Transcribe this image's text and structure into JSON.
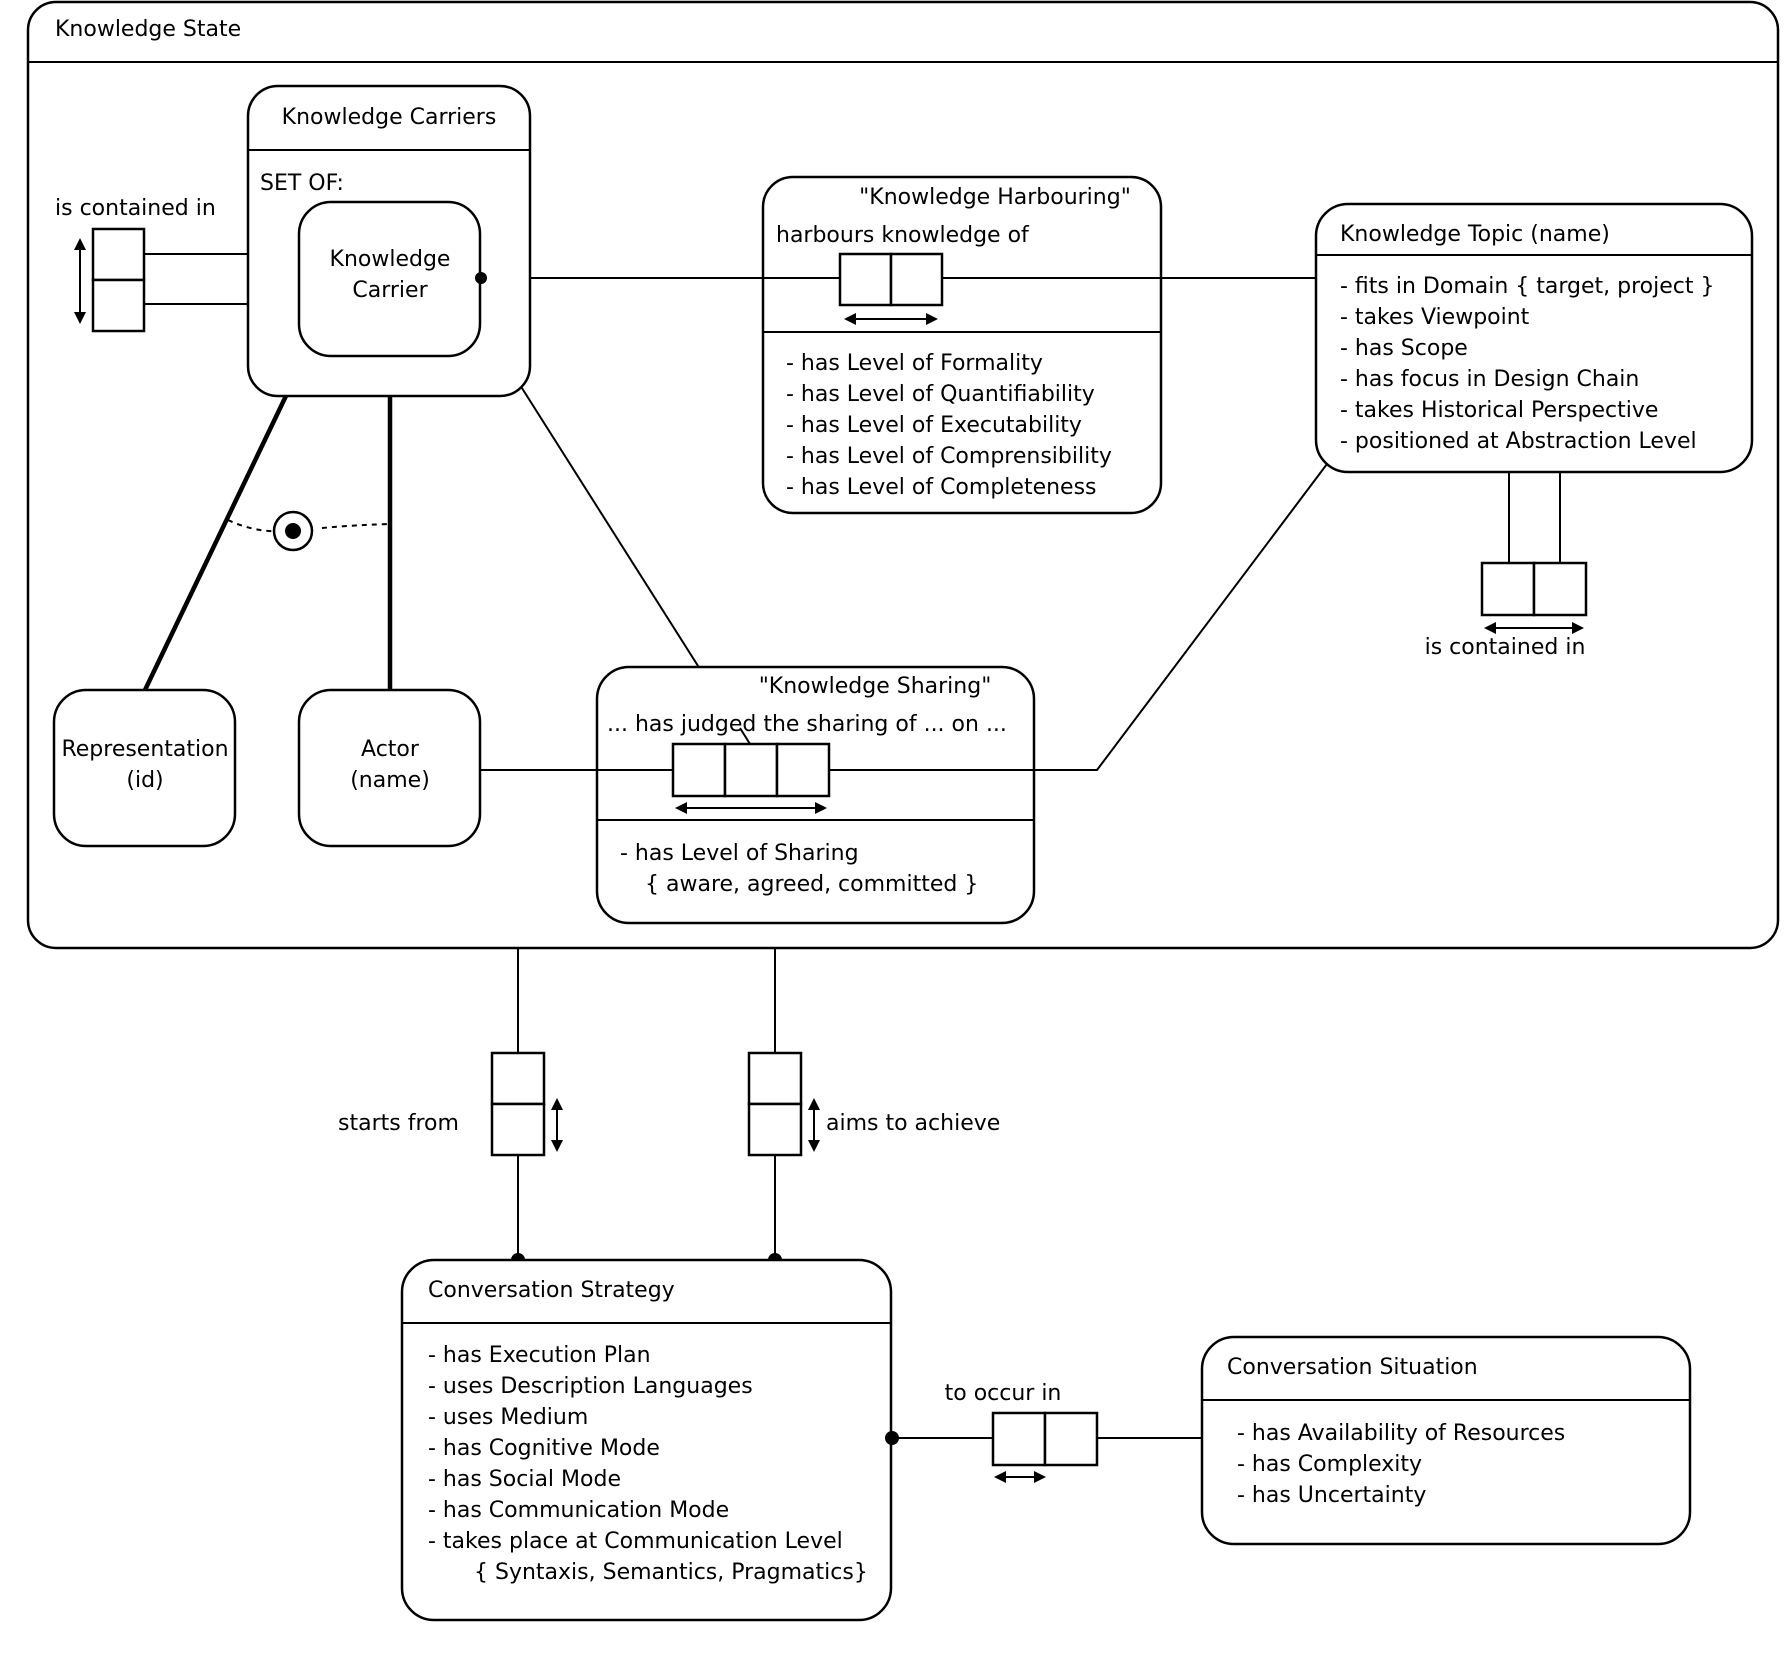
{
  "knowledge_state": {
    "title": "Knowledge State"
  },
  "knowledge_carriers": {
    "title": "Knowledge Carriers",
    "set_of": "SET OF:"
  },
  "knowledge_carrier": {
    "line1": "Knowledge",
    "line2": "Carrier"
  },
  "is_contained_in_left": "is contained in",
  "representation": {
    "line1": "Representation",
    "line2": "(id)"
  },
  "actor": {
    "line1": "Actor",
    "line2": "(name)"
  },
  "knowledge_harbouring": {
    "title": "\"Knowledge Harbouring\"",
    "relation": "harbours knowledge of",
    "attributes": [
      "- has Level of Formality",
      "- has Level of Quantifiability",
      "- has Level of Executability",
      "- has Level of Comprensibility",
      "- has Level of Completeness"
    ]
  },
  "knowledge_topic": {
    "title": "Knowledge Topic (name)",
    "attributes": [
      "- fits in Domain { target, project }",
      "- takes Viewpoint",
      "- has Scope",
      "- has focus in Design Chain",
      "- takes Historical Perspective",
      "- positioned at Abstraction Level"
    ]
  },
  "is_contained_in_right": "is contained in",
  "knowledge_sharing": {
    "title": "\"Knowledge Sharing\"",
    "relation": "... has judged the sharing of ... on ...",
    "attributes": [
      "- has Level of Sharing",
      "{ aware, agreed, committed }"
    ]
  },
  "starts_from": "starts from",
  "aims_to_achieve": "aims to achieve",
  "conversation_strategy": {
    "title": "Conversation Strategy",
    "attributes": [
      "- has Execution Plan",
      "- uses Description Languages",
      "- uses Medium",
      "- has Cognitive Mode",
      "- has Social Mode",
      "- has Communication Mode",
      "- takes place at Communication Level",
      "{ Syntaxis, Semantics, Pragmatics}"
    ]
  },
  "to_occur_in": "to occur in",
  "conversation_situation": {
    "title": "Conversation Situation",
    "attributes": [
      "- has Availability of Resources",
      "- has Complexity",
      "- has Uncertainty"
    ]
  }
}
